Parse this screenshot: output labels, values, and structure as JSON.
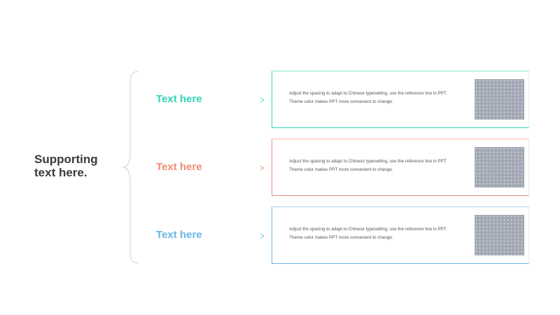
{
  "main_label_line1": "Supporting",
  "main_label_line2": "text here.",
  "rows": [
    {
      "title": "Text here",
      "color": "#2fd4b4",
      "body_line1": "Adjust the spacing to adapt to Chinese typesetting, use the reference line in PPT.",
      "body_line2": "Theme color makes PPT more convenient to change."
    },
    {
      "title": "Text here",
      "color": "#f08c72",
      "body_line1": "Adjust the spacing to adapt to Chinese typesetting, use the reference line in PPT.",
      "body_line2": "Theme color makes PPT more convenient to change."
    },
    {
      "title": "Text here",
      "color": "#6cb4e8",
      "body_line1": "Adjust the spacing to adapt to Chinese typesetting, use the reference line in PPT.",
      "body_line2": "Theme color makes PPT more convenient to change."
    }
  ],
  "colors": {
    "brace": "#d8d8d8",
    "main_text": "#3a3a3a",
    "thumbnail": "#a3a8b5"
  }
}
